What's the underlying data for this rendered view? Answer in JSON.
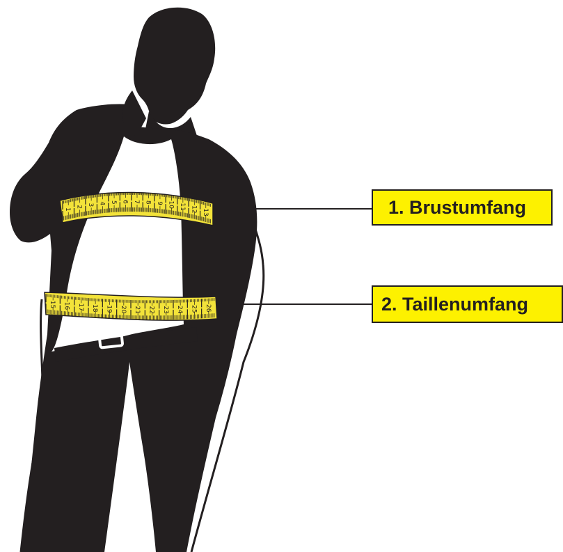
{
  "colors": {
    "silhouette": "#231f20",
    "tape": "#f3e33a",
    "label_background": "#fdf100",
    "background": "#ffffff"
  },
  "labels": [
    {
      "id": "chest",
      "text": "1. Brustumfang"
    },
    {
      "id": "waist",
      "text": "2. Taillenumfang"
    }
  ],
  "tapes": {
    "chest_numbers": [
      "1",
      "2",
      "3",
      "4",
      "5",
      "6",
      "7",
      "8",
      "9",
      "10",
      "11",
      "12",
      "13"
    ],
    "waist_numbers": [
      "15",
      "16",
      "17",
      "18",
      "19",
      "20",
      "21",
      "22",
      "23",
      "24",
      "25",
      "26"
    ]
  }
}
